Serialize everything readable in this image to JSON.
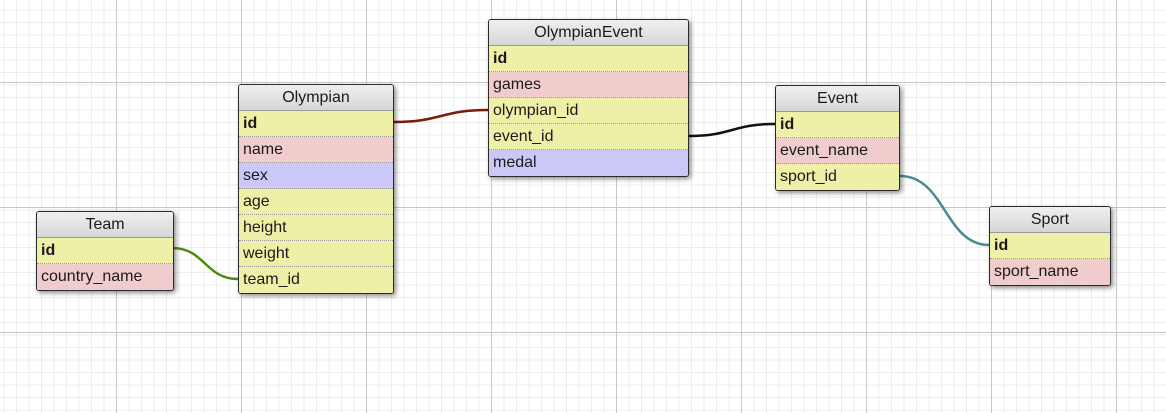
{
  "colors": {
    "key_row": "#eff0a8",
    "text_row": "#f0cccc",
    "enum_row": "#cbc8f7",
    "link_team": "#4f8a10",
    "link_event_olympian": "#7a1c0c",
    "link_event_event": "#111111",
    "link_sport": "#4a8a90"
  },
  "tables": {
    "team": {
      "name": "Team",
      "fields": [
        {
          "label": "id",
          "color": "yellow",
          "pk": true
        },
        {
          "label": "country_name",
          "color": "pink",
          "pk": false
        }
      ]
    },
    "olympian": {
      "name": "Olympian",
      "fields": [
        {
          "label": "id",
          "color": "yellow",
          "pk": true
        },
        {
          "label": "name",
          "color": "pink",
          "pk": false
        },
        {
          "label": "sex",
          "color": "blue",
          "pk": false
        },
        {
          "label": "age",
          "color": "yellow",
          "pk": false
        },
        {
          "label": "height",
          "color": "yellow",
          "pk": false
        },
        {
          "label": "weight",
          "color": "yellow",
          "pk": false
        },
        {
          "label": "team_id",
          "color": "yellow",
          "pk": false
        }
      ]
    },
    "olympian_event": {
      "name": "OlympianEvent",
      "fields": [
        {
          "label": "id",
          "color": "yellow",
          "pk": true
        },
        {
          "label": "games",
          "color": "pink",
          "pk": false
        },
        {
          "label": "olympian_id",
          "color": "yellow",
          "pk": false
        },
        {
          "label": "event_id",
          "color": "yellow",
          "pk": false
        },
        {
          "label": "medal",
          "color": "blue",
          "pk": false
        }
      ]
    },
    "event": {
      "name": "Event",
      "fields": [
        {
          "label": "id",
          "color": "yellow",
          "pk": true
        },
        {
          "label": "event_name",
          "color": "pink",
          "pk": false
        },
        {
          "label": "sport_id",
          "color": "yellow",
          "pk": false
        }
      ]
    },
    "sport": {
      "name": "Sport",
      "fields": [
        {
          "label": "id",
          "color": "yellow",
          "pk": true
        },
        {
          "label": "sport_name",
          "color": "pink",
          "pk": false
        }
      ]
    }
  },
  "relations": [
    {
      "from": "olympian.team_id",
      "to": "team.id"
    },
    {
      "from": "olympian_event.olympian_id",
      "to": "olympian.id"
    },
    {
      "from": "olympian_event.event_id",
      "to": "event.id"
    },
    {
      "from": "event.sport_id",
      "to": "sport.id"
    }
  ]
}
